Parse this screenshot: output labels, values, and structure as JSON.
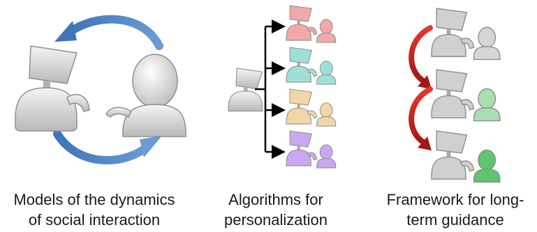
{
  "panels": [
    {
      "id": "social-dynamics",
      "caption_lines": [
        "Models of the dynamics",
        "of social interaction"
      ]
    },
    {
      "id": "personalization",
      "caption_lines": [
        "Algorithms for",
        "personalization"
      ],
      "variant_colors": [
        "#f2a8a8",
        "#9fe0d6",
        "#f2d6a6",
        "#c9a8ef"
      ]
    },
    {
      "id": "long-term-guidance",
      "caption_lines": [
        "Framework for long-",
        "term guidance"
      ],
      "person_colors": [
        "#d6d6d6",
        "#a8dfb1",
        "#5cc56e"
      ]
    }
  ],
  "colors": {
    "cycle_arrow": "#4a7fbf",
    "progress_arrow": "#cc2222",
    "robot_gray": "#d0d0d0"
  },
  "icons": [
    "robot-icon",
    "person-icon",
    "cycle-arrow-icon",
    "branch-arrow-icon",
    "progress-arrow-icon"
  ]
}
